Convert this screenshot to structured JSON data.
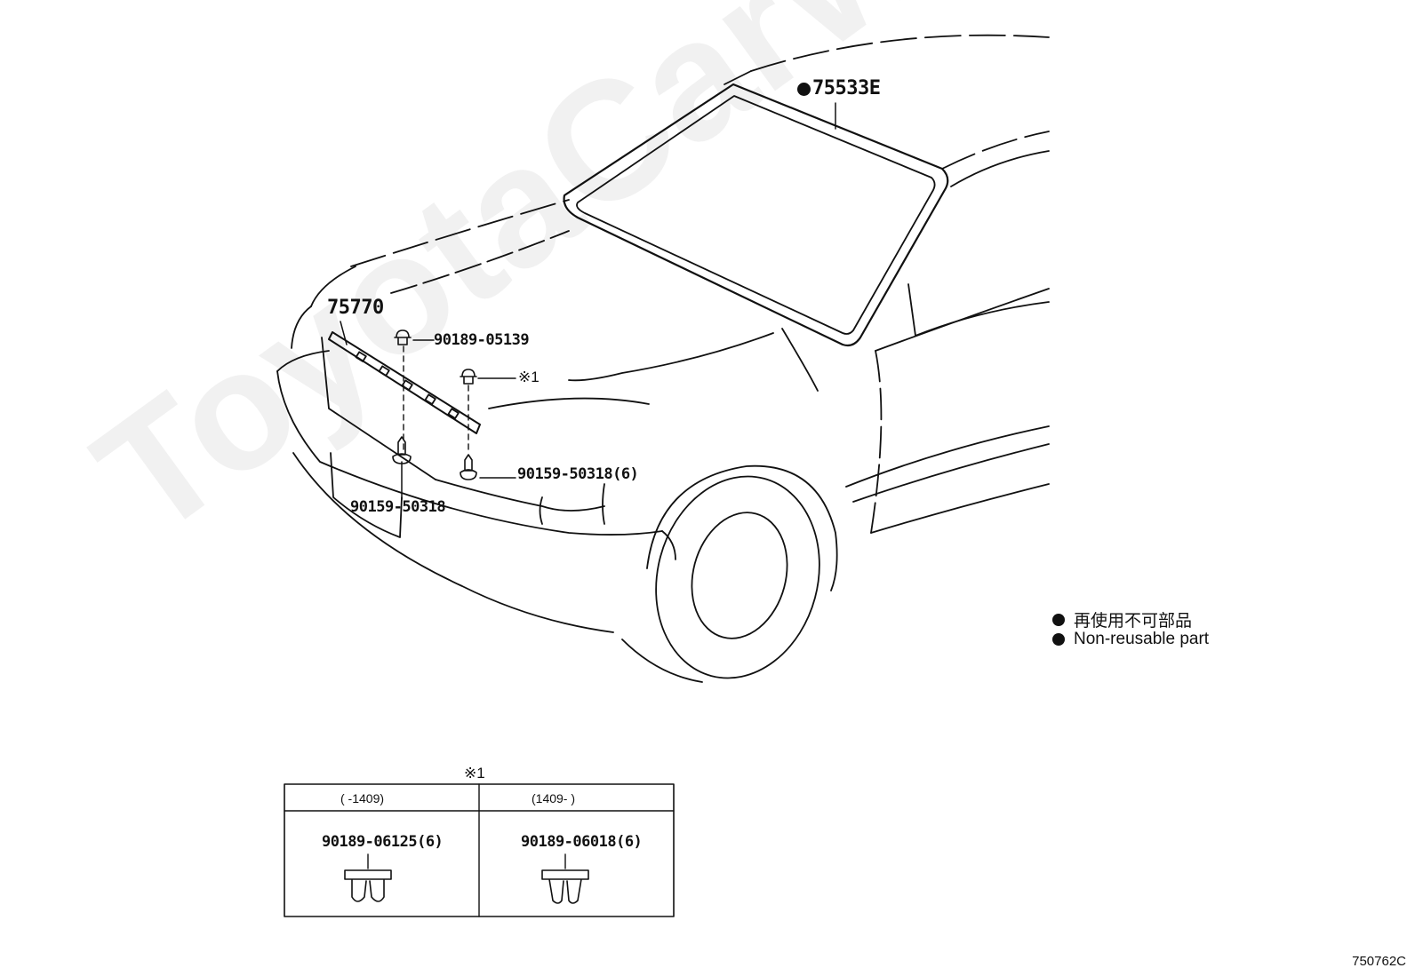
{
  "labels": {
    "windshield_seal": "75533E",
    "front_molding": "75770",
    "clip_top": "90189-05139",
    "note_ref": "※1",
    "screw_right": "90159-50318(6)",
    "screw_left": "90159-50318"
  },
  "legend": {
    "jp": "再使用不可部品",
    "en": "Non-reusable part"
  },
  "table": {
    "title": "※1",
    "columns": [
      {
        "header": "(      -1409)",
        "part": "90189-06125(6)"
      },
      {
        "header": "(1409-      )",
        "part": "90189-06018(6)"
      }
    ]
  },
  "watermark": "ToyotaCarWine.ru",
  "diagram_code": "750762C"
}
